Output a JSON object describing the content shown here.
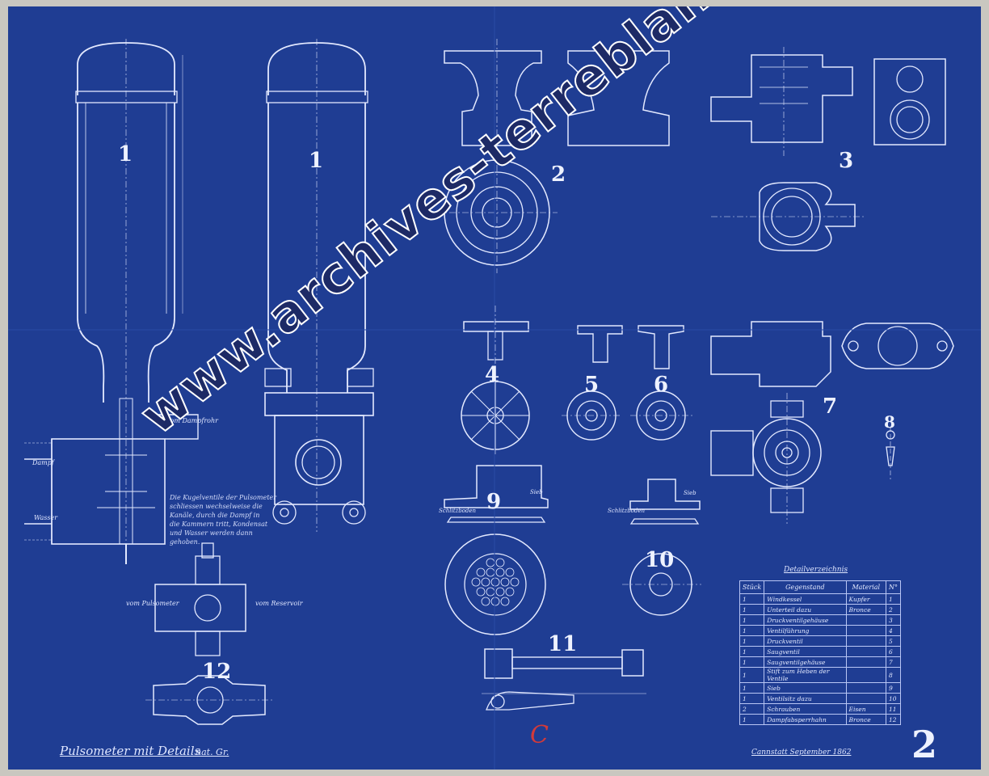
{
  "drawing": {
    "title": "Pulsometer mit Details",
    "scale": "nat. Gr.",
    "signature": "Cannstatt September 1862",
    "sheet_number": "2",
    "red_mark": "C"
  },
  "detail_labels": [
    "1",
    "1",
    "2",
    "3",
    "4",
    "5",
    "6",
    "7",
    "8",
    "9",
    "10",
    "11",
    "12"
  ],
  "annotations": {
    "dampfrohr": "vom Dampfrohr",
    "dampf": "Dampf",
    "wasser": "Wasser",
    "vom_pulsometer": "vom Pulsometer",
    "vom_reservoir": "vom Reservoir",
    "schlitz_a": "Schlitzboden",
    "schlitz_b": "Schlitzboden",
    "sieb": "Sieb",
    "sieb_b": "Sieb",
    "note_lines": [
      "Die Kugelventile der Pulsometer",
      "schliessen wechselweise die",
      "Kanäle, durch die Dampf in",
      "die Kammern tritt, Kondensat",
      "und Wasser werden dann",
      "gehoben."
    ]
  },
  "parts_list": {
    "heading": "Detailverzeichnis",
    "columns": [
      "Stück",
      "Gegenstand",
      "Material",
      "N°"
    ],
    "rows": [
      {
        "qty": "1",
        "item": "Windkessel",
        "material": "Kupfer",
        "no": "1"
      },
      {
        "qty": "1",
        "item": "Unterteil dazu",
        "material": "Bronce",
        "no": "2"
      },
      {
        "qty": "1",
        "item": "Druckventilgehäuse",
        "material": "",
        "no": "3"
      },
      {
        "qty": "1",
        "item": "Ventilführung",
        "material": "",
        "no": "4"
      },
      {
        "qty": "1",
        "item": "Druckventil",
        "material": "",
        "no": "5"
      },
      {
        "qty": "1",
        "item": "Saugventil",
        "material": "",
        "no": "6"
      },
      {
        "qty": "1",
        "item": "Saugventilgehäuse",
        "material": "",
        "no": "7"
      },
      {
        "qty": "1",
        "item": "Stift zum Heben der Ventile",
        "material": "",
        "no": "8"
      },
      {
        "qty": "1",
        "item": "Sieb",
        "material": "",
        "no": "9"
      },
      {
        "qty": "1",
        "item": "Ventilsitz dazu",
        "material": "",
        "no": "10"
      },
      {
        "qty": "2",
        "item": "Schrauben",
        "material": "Eisen",
        "no": "11"
      },
      {
        "qty": "1",
        "item": "Dampfabsperrhahn",
        "material": "Bronce",
        "no": "12"
      }
    ]
  },
  "watermark": "www.archives-terreblanche.fr",
  "colors": {
    "paper": "#1f3d93",
    "ink": "#eef2ff",
    "red": "#d23a3a"
  }
}
